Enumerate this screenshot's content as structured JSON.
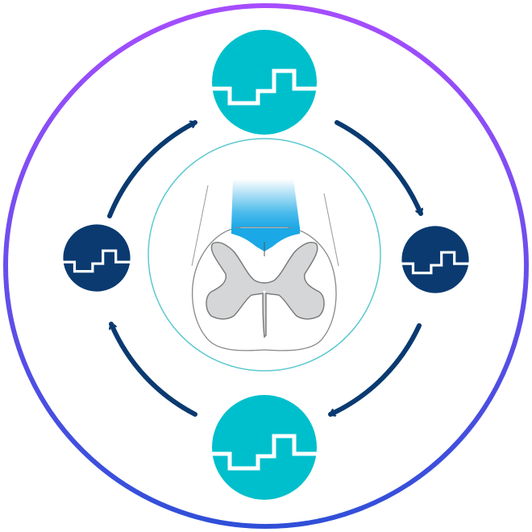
{
  "colors": {
    "ring_top": "#a64dff",
    "ring_bottom": "#2f4fd8",
    "teal": "#00bfcc",
    "navy": "#0a3a70",
    "inner_ring": "#5cc8d0",
    "gray_matter": "#d4d6d8",
    "stimulation": "#1aa8e6"
  },
  "nodes": [
    {
      "id": "top",
      "icon": "square-wave-icon",
      "color": "teal"
    },
    {
      "id": "right",
      "icon": "square-wave-icon",
      "color": "navy"
    },
    {
      "id": "bottom",
      "icon": "square-wave-icon",
      "color": "teal"
    },
    {
      "id": "left",
      "icon": "square-wave-icon",
      "color": "navy"
    }
  ],
  "center": {
    "icon": "spinal-cord-cross-section-icon"
  },
  "flow": "clockwise"
}
